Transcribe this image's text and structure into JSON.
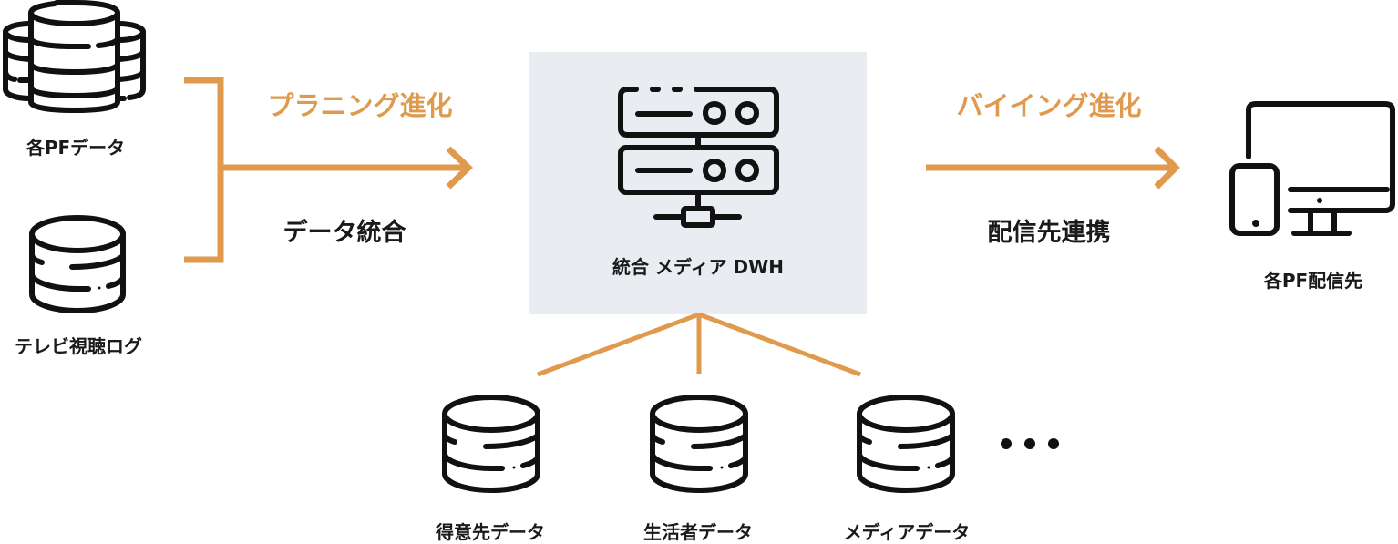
{
  "colors": {
    "accent": "#E09A4E",
    "hub_background": "#E9ECF1",
    "icon": "#111111",
    "text": "#1a1a1a"
  },
  "sources": [
    {
      "label": "各PFデータ",
      "icon": "multi-database-icon"
    },
    {
      "label": "テレビ視聴ログ",
      "icon": "database-icon"
    }
  ],
  "left_flow": {
    "title": "プラニング進化",
    "caption": "データ統合"
  },
  "hub": {
    "label": "統合 メディア DWH",
    "icon": "server-network-icon"
  },
  "right_flow": {
    "title": "バイイング進化",
    "caption": "配信先連携"
  },
  "destination": {
    "label": "各PF配信先",
    "icon": "devices-icon"
  },
  "feeds": [
    {
      "label": "得意先データ",
      "icon": "database-icon"
    },
    {
      "label": "生活者データ",
      "icon": "database-icon"
    },
    {
      "label": "メディアデータ",
      "icon": "database-icon"
    }
  ],
  "more_indicator": "ellipsis-icon"
}
